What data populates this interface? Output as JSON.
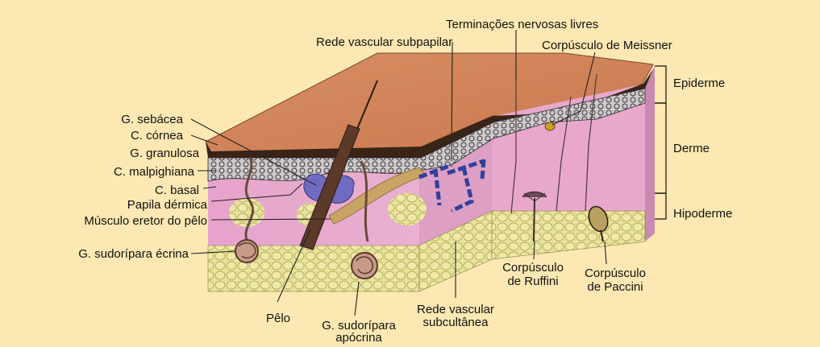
{
  "labels": {
    "terminacoes": "Terminações nervosas livres",
    "rede_subpapilar": "Rede vascular subpapilar",
    "meissner": "Corpúsculo de Meissner",
    "g_sebacea": "G. sebácea",
    "c_cornea": "C. córnea",
    "g_granulosa": "G. granulosa",
    "c_malpighiana": "C. malpighiana",
    "c_basal": "C. basal",
    "papila": "Papila dérmica",
    "musculo": "Músculo eretor do pêlo",
    "g_ecrina": "G. sudorípara écrina",
    "pelo": "Pêlo",
    "g_apocrina_1": "G. sudorípara",
    "g_apocrina_2": "apócrina",
    "rede_subcutanea_1": "Rede vascular",
    "rede_subcutanea_2": "subcultânea",
    "ruffini_1": "Corpúsculo",
    "ruffini_2": "de Ruffini",
    "paccini_1": "Corpúsculo",
    "paccini_2": "de Paccini",
    "epiderme": "Epiderme",
    "derme": "Derme",
    "hipoderme": "Hipoderme"
  },
  "colors": {
    "background": "#fde8b3",
    "epidermis_top": "#d78a60",
    "dermis": "#e9a9cf",
    "hypodermis": "#e8e29a",
    "vessels": "#2f3f9c"
  }
}
